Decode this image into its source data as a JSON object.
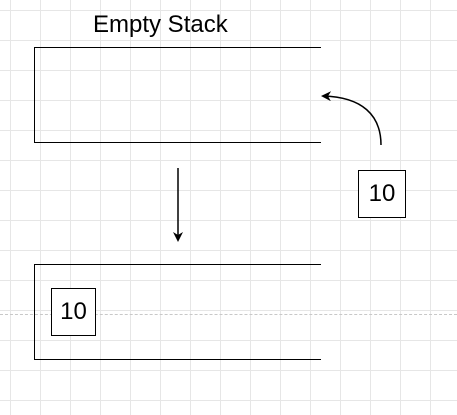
{
  "title": "Empty Stack",
  "incoming_value": "10",
  "stack_contents": [
    "10"
  ]
}
